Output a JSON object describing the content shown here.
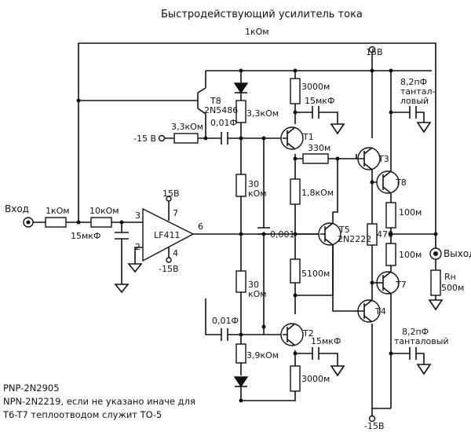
{
  "title": "Быстродействующий усилитель тока",
  "labels": {
    "input": "Вход",
    "output": "Выход",
    "r_feedback": "1кОм",
    "r_in": "1кОм",
    "r_in2": "10кОм",
    "c_in": "15мкФ",
    "opamp": "LF411",
    "pin3": "3",
    "pin2": "2",
    "pin6": "6",
    "pin7": "7",
    "pin4": "4",
    "op_vpos": "15В",
    "op_vneg": "-15В",
    "vneg_left": "-15 В",
    "r_neg": "3,3кОм",
    "c_top": "0,01Ф",
    "c_bot": "0,01Ф",
    "t8": "T8",
    "t8_type": "2N5486",
    "r33": "3,3кОм",
    "r30_top_a": "30",
    "r30_top_b": "кОм",
    "r30_bot_a": "30",
    "r30_bot_b": "кОм",
    "c_mid": "0,001",
    "r3000_top": "3000м",
    "c15_top": "15мкФ",
    "t1": "T1",
    "r330": "330м",
    "r1k8": "1,8кОм",
    "t5": "T5",
    "t5_type": "2N2222",
    "r510": "5100м",
    "t2": "T2",
    "c15_bot": "15мкФ",
    "r39": "3,9кОм",
    "r3000_bot": "3000м",
    "vpos_top": "15В",
    "vneg_bot": "-15В",
    "t3": "T3",
    "t8b": "T8",
    "r470": "470",
    "r100_a": "100м",
    "r100_b": "100м",
    "t7": "T7",
    "t4": "T4",
    "cap_top_a": "8,2пФ",
    "cap_top_b": "тантал-",
    "cap_top_c": "ловый",
    "cap_bot_a": "8,2пФ",
    "cap_bot_b": "танталовый",
    "rh_a": "Rн",
    "rh_b": "500м"
  },
  "notes": [
    "PNP-2N2905",
    "NPN-2N2219, если не указано иначе для",
    "T6-T7 теплоотводом служит ТО-5"
  ]
}
